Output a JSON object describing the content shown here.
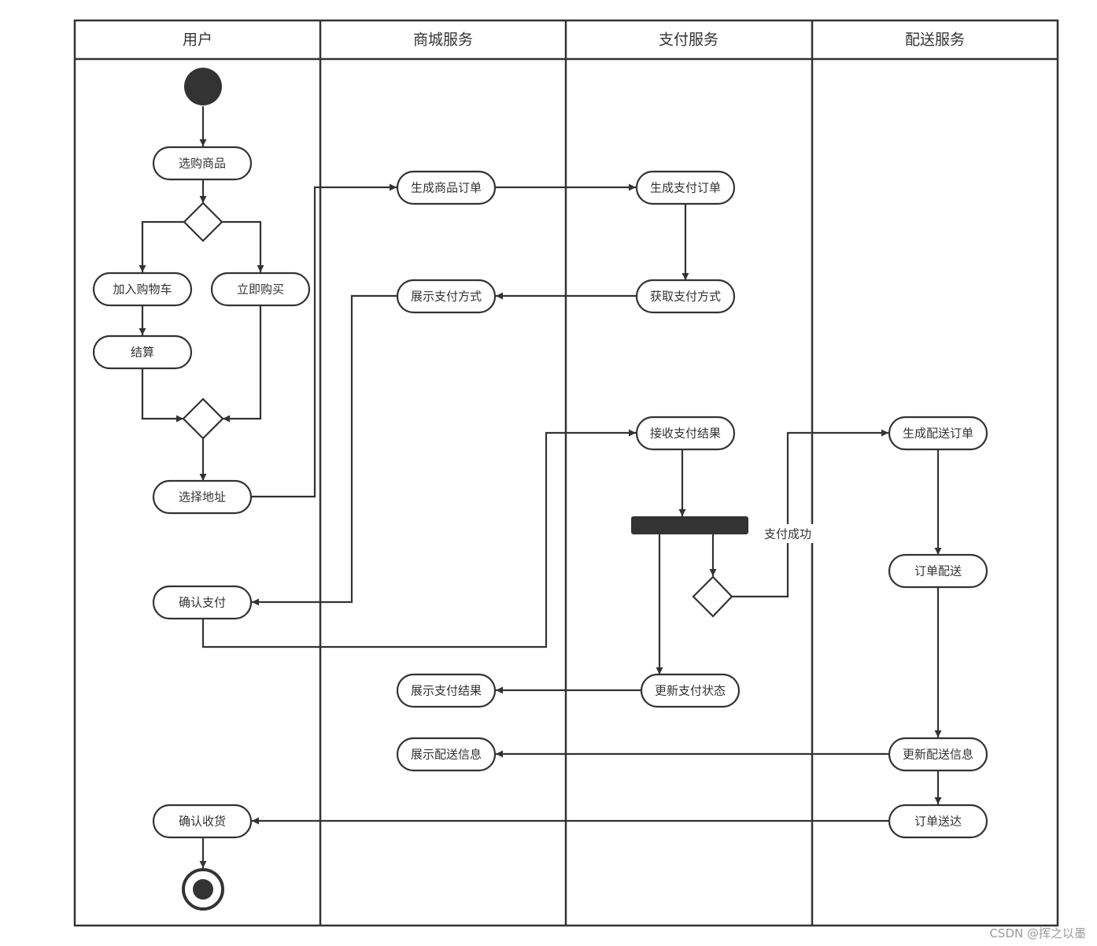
{
  "lanes": [
    {
      "title": "用户"
    },
    {
      "title": "商城服务"
    },
    {
      "title": "支付服务"
    },
    {
      "title": "配送服务"
    }
  ],
  "nodes": {
    "select_goods": "选购商品",
    "add_to_cart": "加入购物车",
    "buy_now": "立即购买",
    "checkout": "结算",
    "select_address": "选择地址",
    "confirm_payment": "确认支付",
    "confirm_receipt": "确认收货",
    "create_goods_order": "生成商品订单",
    "show_payment_methods": "展示支付方式",
    "show_payment_result": "展示支付结果",
    "show_delivery_info": "展示配送信息",
    "create_payment_order": "生成支付订单",
    "get_payment_methods": "获取支付方式",
    "receive_payment_result": "接收支付结果",
    "update_payment_status": "更新支付状态",
    "create_delivery_order": "生成配送订单",
    "deliver_order": "订单配送",
    "update_delivery_info": "更新配送信息",
    "order_delivered": "订单送达"
  },
  "guards": {
    "payment_success": "支付成功"
  },
  "colors": {
    "stroke": "#333333",
    "fill": "#ffffff",
    "solid": "#333333",
    "text": "#333333"
  },
  "watermark": "CSDN @挥之以墨"
}
